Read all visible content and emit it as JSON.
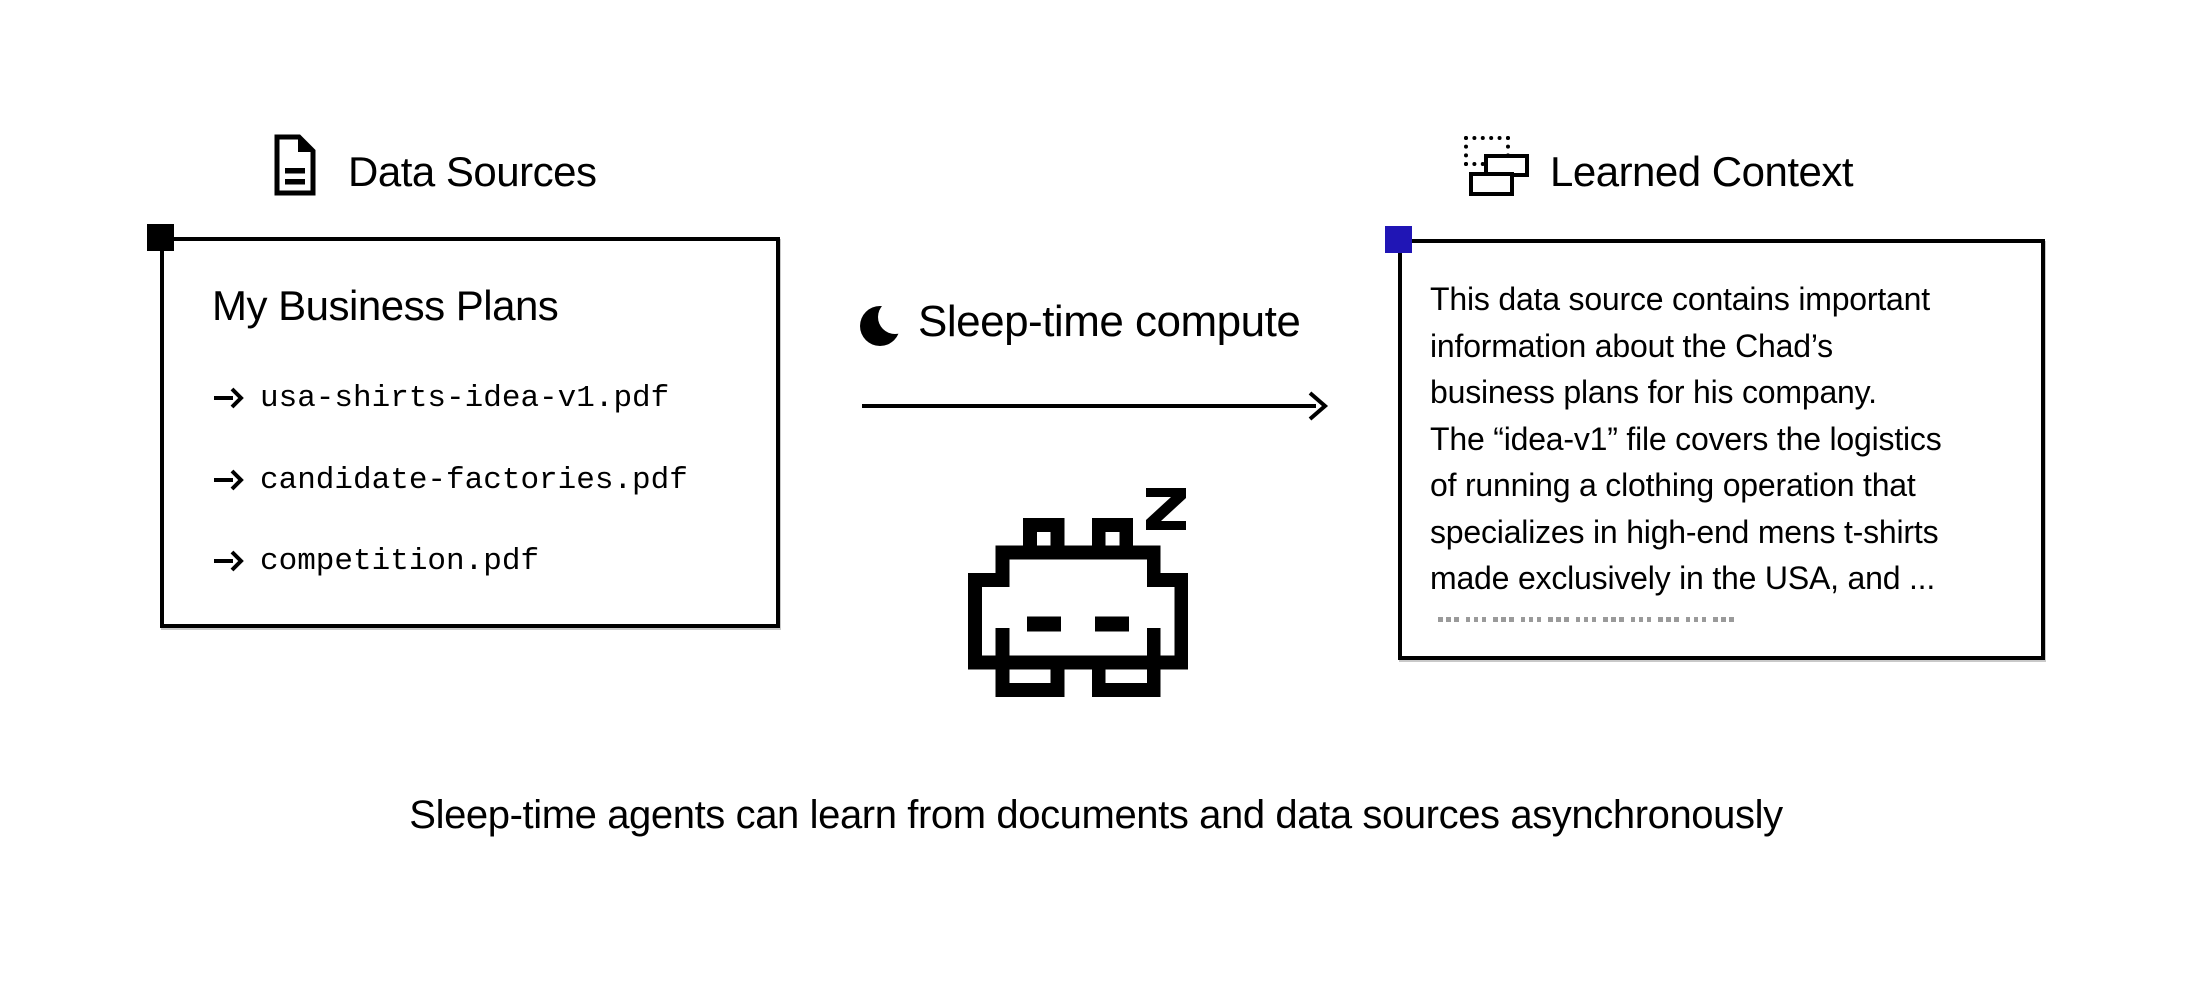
{
  "headers": {
    "data_sources": "Data Sources",
    "learned_context": "Learned Context"
  },
  "left_box": {
    "title": "My Business Plans",
    "files": [
      "usa-shirts-idea-v1.pdf",
      "candidate-factories.pdf",
      "competition.pdf"
    ]
  },
  "middle": {
    "label": "Sleep-time compute",
    "sleep_z": "Z"
  },
  "right_box": {
    "lines": [
      "This data source contains important",
      "information about the Chad’s",
      "business plans for his company.",
      "The “idea-v1” file covers the logistics",
      "of running a clothing operation that",
      "specializes in high-end mens t-shirts",
      "made exclusively in the USA, and ..."
    ],
    "dots_groups": 11
  },
  "caption": "Sleep-time agents can learn from documents and data sources asynchronously",
  "colors": {
    "ink": "#000000",
    "handle_black": "#000000",
    "handle_blue": "#2015b5",
    "dots_gray": "#9a9a9a"
  },
  "icons": {
    "left_header": "document-icon",
    "right_header": "layers-icon",
    "middle": "moon-icon",
    "figure": "sleeping-robot-icon",
    "file_bullet": "arrow-right-icon",
    "flow": "flow-arrow"
  }
}
